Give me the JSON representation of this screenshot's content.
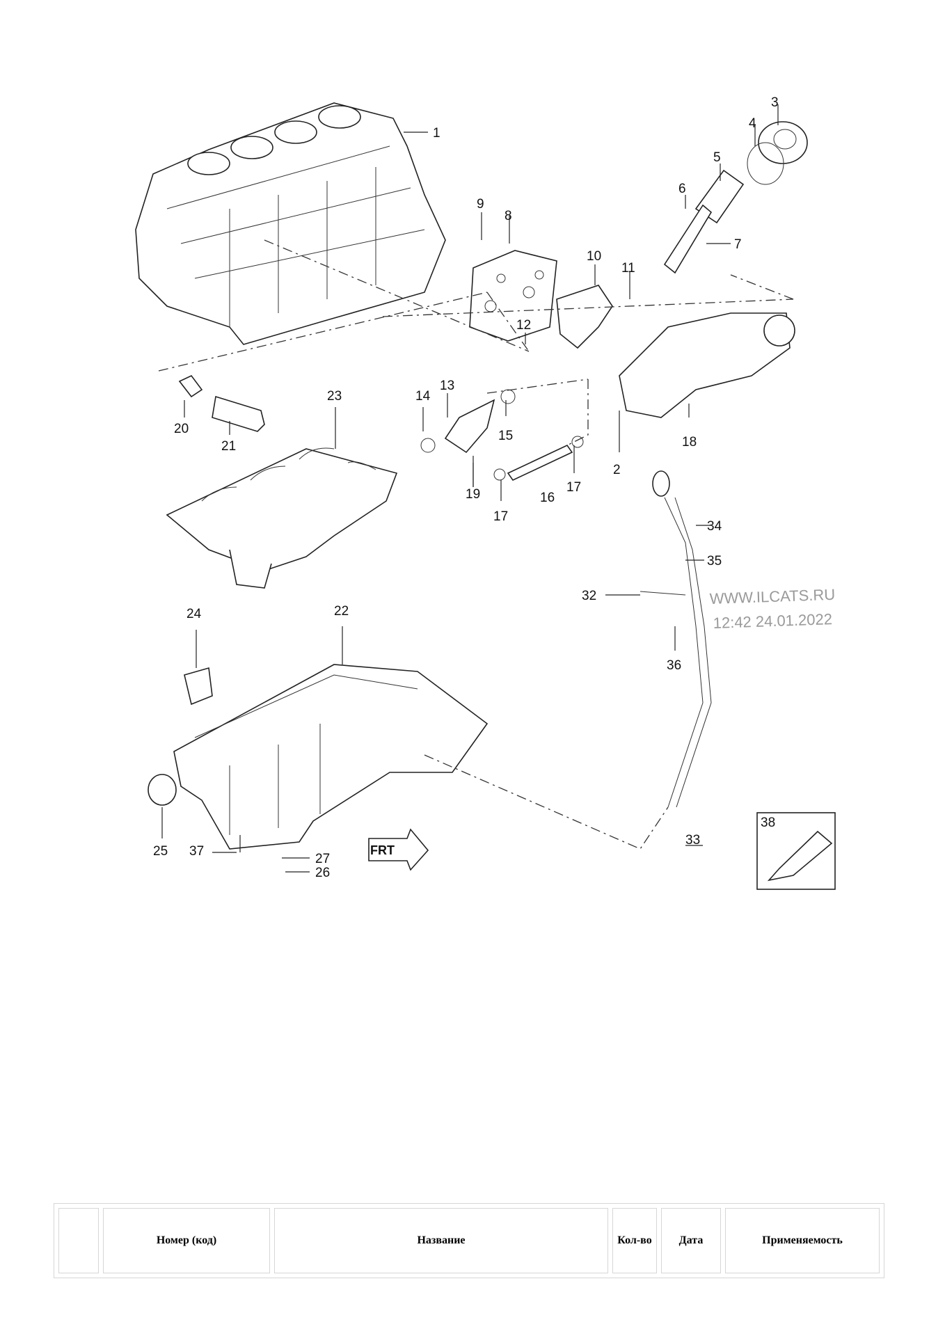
{
  "diagram": {
    "callouts": [
      "1",
      "2",
      "3",
      "4",
      "5",
      "6",
      "7",
      "8",
      "9",
      "10",
      "11",
      "12",
      "13",
      "14",
      "15",
      "16",
      "17",
      "17",
      "18",
      "19",
      "20",
      "21",
      "22",
      "23",
      "24",
      "25",
      "26",
      "27",
      "32",
      "33",
      "34",
      "35",
      "36",
      "37",
      "38"
    ],
    "watermark": {
      "site": "WWW.ILCATS.RU",
      "timestamp": "12:42 24.01.2022"
    },
    "arrow_label": "FRT"
  },
  "table": {
    "headers": [
      "",
      "Номер (код)",
      "Название",
      "Кол-во",
      "Дата",
      "Применяемость"
    ]
  }
}
